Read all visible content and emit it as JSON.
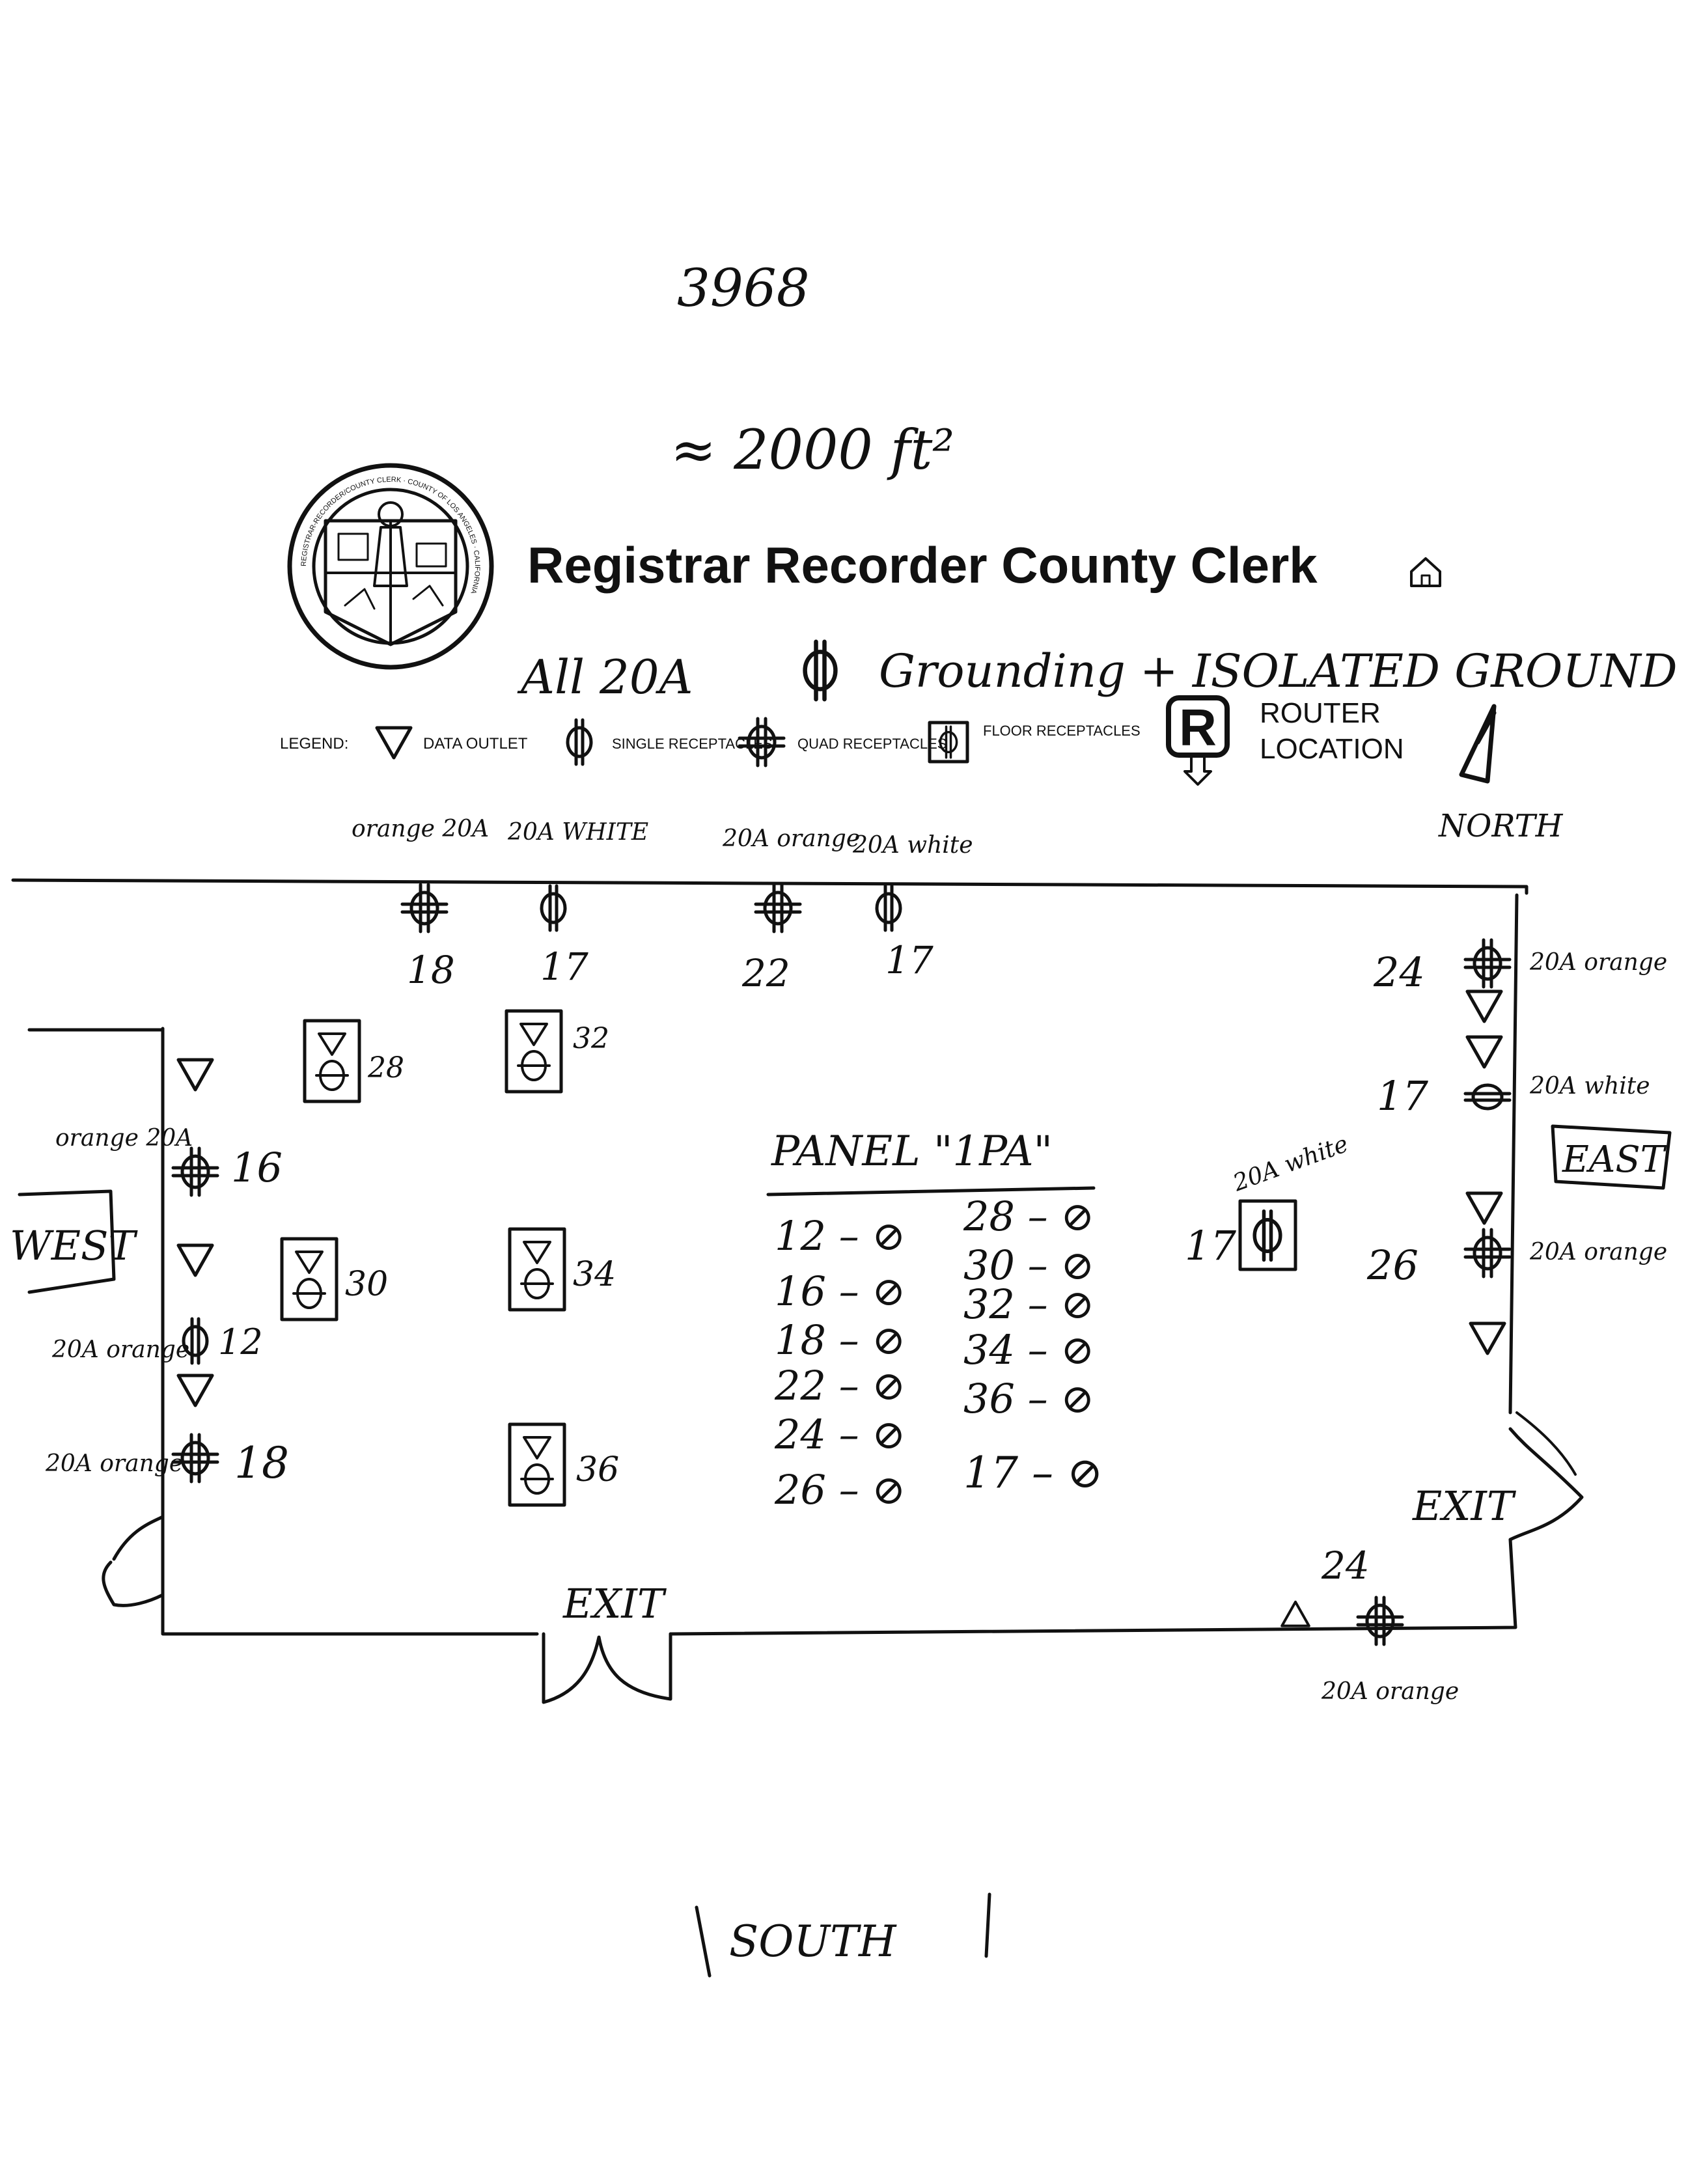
{
  "page": {
    "number": "3968",
    "area": "≈ 2000 ft²"
  },
  "header": {
    "title": "Registrar Recorder County Clerk",
    "seal_ring": "REGISTRAR-RECORDER/COUNTY CLERK · COUNTY OF LOS ANGELES · CALIFORNIA",
    "note": "All 20A",
    "note_tail": "Grounding + ISOLATED GROUND"
  },
  "legend": {
    "label": "LEGEND:",
    "items": [
      {
        "symbol": "data-outlet",
        "text": "DATA OUTLET"
      },
      {
        "symbol": "single-receptacle",
        "text": "SINGLE RECEPTACLES"
      },
      {
        "symbol": "quad-receptacle",
        "text": "QUAD RECEPTACLES"
      },
      {
        "symbol": "floor-receptacle",
        "text": "FLOOR RECEPTACLES"
      }
    ],
    "router_symbol": "R",
    "router_text_1": "ROUTER",
    "router_text_2": "LOCATION"
  },
  "compass": {
    "north": "NORTH",
    "south": "SOUTH",
    "east": "EAST",
    "west": "WEST"
  },
  "exits": {
    "south": "EXIT",
    "east": "EXIT"
  },
  "north_wall": [
    {
      "label": "orange 20A",
      "circuit": "18"
    },
    {
      "label": "20A WHITE",
      "circuit": "17"
    },
    {
      "label": "20A orange",
      "circuit": "22"
    },
    {
      "label": "20A white",
      "circuit": "17"
    }
  ],
  "west_wall": [
    {
      "label": "orange 20A",
      "circuit": "16"
    },
    {
      "label": "20A orange",
      "circuit": "12"
    },
    {
      "label": "20A orange",
      "circuit": "18"
    }
  ],
  "east_wall": [
    {
      "label": "20A orange",
      "circuit": "24"
    },
    {
      "label": "20A white",
      "circuit": "17"
    },
    {
      "label": "20A orange",
      "circuit": "26"
    }
  ],
  "south_wall": [
    {
      "label": "20A orange",
      "circuit": "24"
    }
  ],
  "interior": {
    "floor_boxes": [
      "28",
      "32",
      "30",
      "34",
      "36"
    ],
    "east_box": {
      "label": "20A white",
      "circuit": "17"
    }
  },
  "panel": {
    "title": "PANEL \"1PA\"",
    "left": [
      "12 – ⊘",
      "16 – ⊘",
      "18 – ⊘",
      "22 – ⊘",
      "24 – ⊘",
      "26 – ⊘"
    ],
    "right": [
      "28 – ⊘",
      "30 – ⊘",
      "32 – ⊘",
      "34 – ⊘",
      "36 – ⊘",
      "17 – ⊘"
    ]
  }
}
